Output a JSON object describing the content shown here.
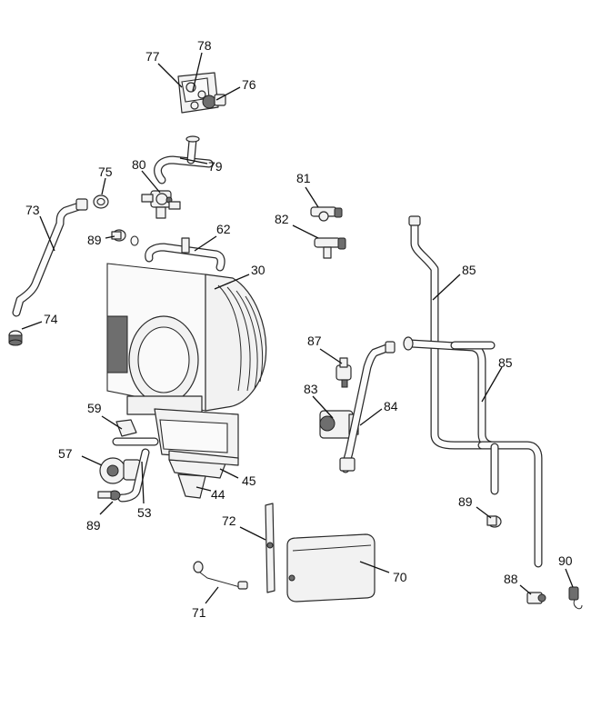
{
  "diagram": {
    "callouts": [
      {
        "id": "c77",
        "label": "77"
      },
      {
        "id": "c78",
        "label": "78"
      },
      {
        "id": "c76",
        "label": "76"
      },
      {
        "id": "c75",
        "label": "75"
      },
      {
        "id": "c80",
        "label": "80"
      },
      {
        "id": "c79",
        "label": "79"
      },
      {
        "id": "c81",
        "label": "81"
      },
      {
        "id": "c73",
        "label": "73"
      },
      {
        "id": "c82",
        "label": "82"
      },
      {
        "id": "c89a",
        "label": "89"
      },
      {
        "id": "c62",
        "label": "62"
      },
      {
        "id": "c30",
        "label": "30"
      },
      {
        "id": "c85a",
        "label": "85"
      },
      {
        "id": "c74",
        "label": "74"
      },
      {
        "id": "c87",
        "label": "87"
      },
      {
        "id": "c85b",
        "label": "85"
      },
      {
        "id": "c83",
        "label": "83"
      },
      {
        "id": "c84",
        "label": "84"
      },
      {
        "id": "c59",
        "label": "59"
      },
      {
        "id": "c57",
        "label": "57"
      },
      {
        "id": "c45",
        "label": "45"
      },
      {
        "id": "c44",
        "label": "44"
      },
      {
        "id": "c53",
        "label": "53"
      },
      {
        "id": "c89b",
        "label": "89"
      },
      {
        "id": "c89c",
        "label": "89"
      },
      {
        "id": "c72",
        "label": "72"
      },
      {
        "id": "c70",
        "label": "70"
      },
      {
        "id": "c90",
        "label": "90"
      },
      {
        "id": "c88",
        "label": "88"
      },
      {
        "id": "c71",
        "label": "71"
      }
    ]
  }
}
